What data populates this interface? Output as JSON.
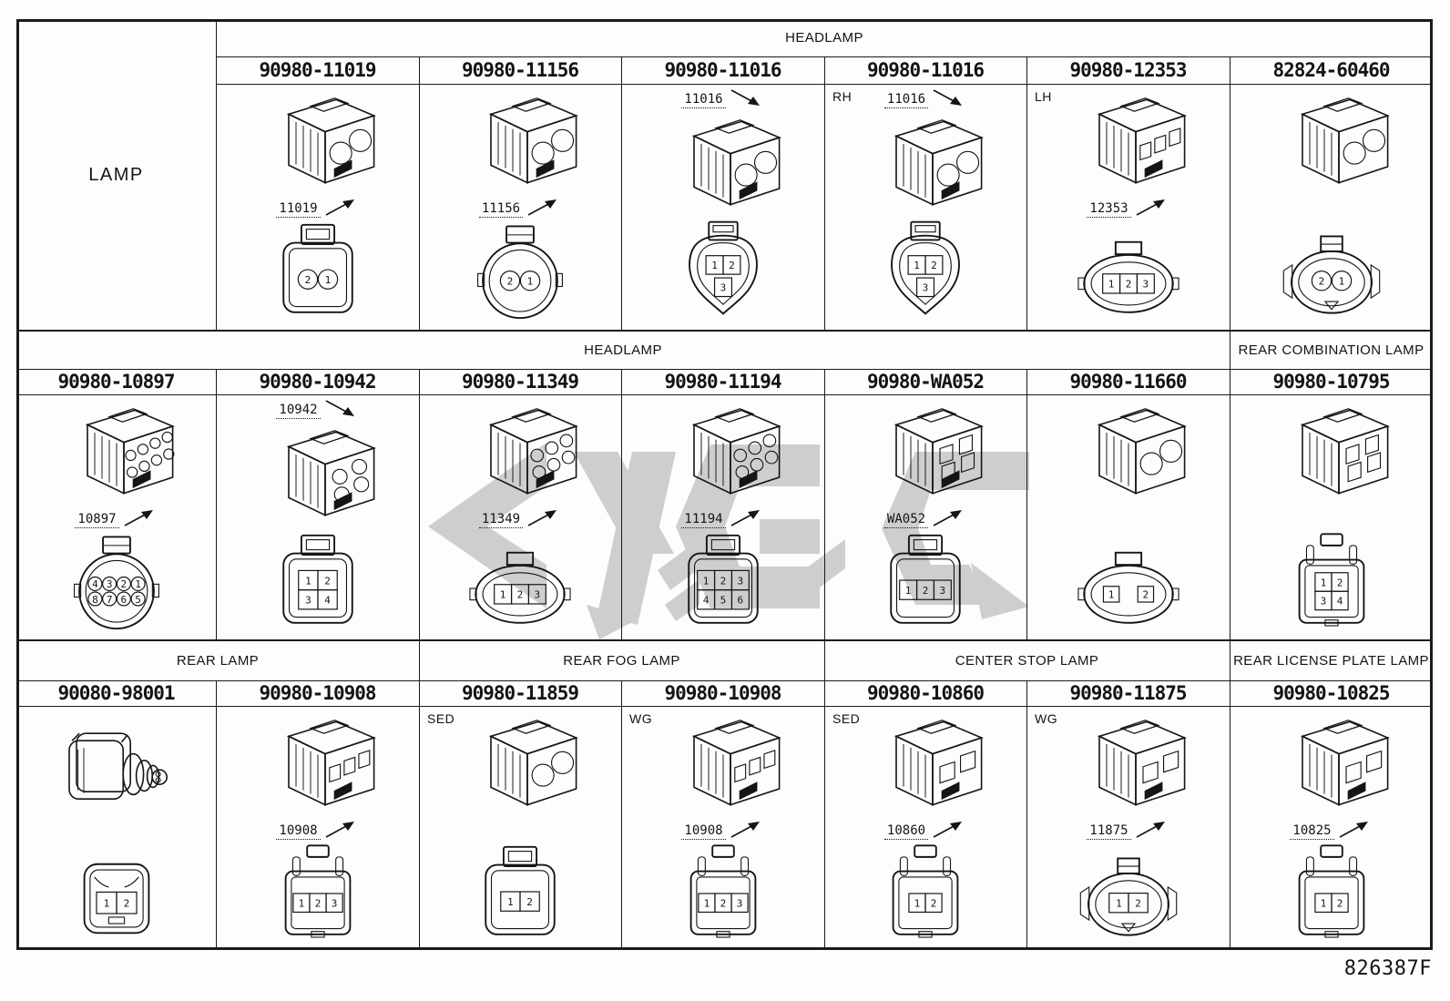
{
  "page": {
    "code": "826387F"
  },
  "bands": [
    {
      "side_label": "LAMP",
      "headers": [
        {
          "label": "HEADLAMP",
          "from": 1,
          "to": 7
        }
      ],
      "cells": [
        {
          "part": "90980-11019",
          "corner": "",
          "callout": "11019",
          "callout_pos": "mid",
          "iso": "round2",
          "front": {
            "shape": "square",
            "pin": "circle",
            "rows": [
              [
                "2",
                "1"
              ]
            ]
          }
        },
        {
          "part": "90980-11156",
          "corner": "",
          "callout": "11156",
          "callout_pos": "mid",
          "iso": "round2",
          "front": {
            "shape": "round",
            "pin": "circle",
            "rows": [
              [
                "2",
                "1"
              ]
            ]
          }
        },
        {
          "part": "90980-11016",
          "corner": "",
          "callout": "11016",
          "callout_pos": "top",
          "iso": "round2",
          "front": {
            "shape": "teardrop",
            "pin": "square",
            "rows": [
              [
                "1",
                "2"
              ],
              [
                "3"
              ]
            ]
          }
        },
        {
          "part": "90980-11016",
          "corner": "RH",
          "callout": "11016",
          "callout_pos": "top",
          "iso": "round2",
          "front": {
            "shape": "teardrop",
            "pin": "square",
            "rows": [
              [
                "1",
                "2"
              ],
              [
                "3"
              ]
            ]
          }
        },
        {
          "part": "90980-12353",
          "corner": "LH",
          "callout": "12353",
          "callout_pos": "mid",
          "iso": "sq3",
          "front": {
            "shape": "oval",
            "pin": "square",
            "rows": [
              [
                "1",
                "2",
                "3"
              ]
            ]
          }
        },
        {
          "part": "82824-60460",
          "corner": "",
          "callout": "",
          "callout_pos": "mid",
          "iso": "round2",
          "front": {
            "shape": "ovalwing",
            "pin": "circle",
            "rows": [
              [
                "2",
                "1"
              ]
            ]
          }
        }
      ]
    },
    {
      "headers": [
        {
          "label": "HEADLAMP",
          "from": 0,
          "to": 6
        },
        {
          "label": "REAR COMBINATION LAMP",
          "from": 6,
          "to": 7
        }
      ],
      "cells": [
        {
          "part": "90980-10897",
          "corner": "",
          "callout": "10897",
          "callout_pos": "mid",
          "iso": "multi8",
          "front": {
            "shape": "round",
            "pin": "circle",
            "rows": [
              [
                "4",
                "3",
                "2",
                "1"
              ],
              [
                "8",
                "7",
                "6",
                "5"
              ]
            ]
          }
        },
        {
          "part": "90980-10942",
          "corner": "",
          "callout": "10942",
          "callout_pos": "top",
          "iso": "multi4",
          "front": {
            "shape": "square",
            "pin": "square",
            "rows": [
              [
                "1",
                "2"
              ],
              [
                "3",
                "4"
              ]
            ]
          }
        },
        {
          "part": "90980-11349",
          "corner": "",
          "callout": "11349",
          "callout_pos": "mid",
          "iso": "multi6",
          "front": {
            "shape": "oval",
            "pin": "square",
            "rows": [
              [
                "1",
                "2",
                "3"
              ]
            ]
          }
        },
        {
          "part": "90980-11194",
          "corner": "",
          "callout": "11194",
          "callout_pos": "mid",
          "iso": "multi6",
          "front": {
            "shape": "square",
            "pin": "square",
            "rows": [
              [
                "1",
                "2",
                "3"
              ],
              [
                "4",
                "5",
                "6"
              ]
            ]
          }
        },
        {
          "part": "90980-WA052",
          "corner": "",
          "callout": "WA052",
          "callout_pos": "mid",
          "iso": "sq4",
          "front": {
            "shape": "square",
            "pin": "square",
            "rows": [
              [
                "1",
                "2",
                "3"
              ]
            ]
          }
        },
        {
          "part": "90980-11660",
          "corner": "",
          "callout": "",
          "callout_pos": "mid",
          "iso": "round2",
          "front": {
            "shape": "oval",
            "pin": "square",
            "rows": [
              [
                "1",
                "2"
              ]
            ],
            "spread": true
          }
        },
        {
          "part": "90980-10795",
          "corner": "",
          "callout": "",
          "callout_pos": "mid",
          "iso": "sq4",
          "front": {
            "shape": "rect",
            "pin": "square",
            "rows": [
              [
                "1",
                "2"
              ],
              [
                "3",
                "4"
              ]
            ]
          }
        }
      ]
    },
    {
      "headers": [
        {
          "label": "REAR LAMP",
          "from": 0,
          "to": 2
        },
        {
          "label": "REAR FOG LAMP",
          "from": 2,
          "to": 4
        },
        {
          "label": "CENTER STOP LAMP",
          "from": 4,
          "to": 6
        },
        {
          "label": "REAR LICENSE PLATE LAMP",
          "from": 6,
          "to": 7
        }
      ],
      "cells": [
        {
          "part": "90080-98001",
          "corner": "",
          "callout": "",
          "callout_pos": "mid",
          "iso": "boot",
          "front": {
            "shape": "boot",
            "pin": "square",
            "rows": [
              [
                "1",
                "2"
              ]
            ]
          }
        },
        {
          "part": "90980-10908",
          "corner": "",
          "callout": "10908",
          "callout_pos": "mid",
          "iso": "sq3",
          "front": {
            "shape": "rect",
            "pin": "square",
            "rows": [
              [
                "1",
                "2",
                "3"
              ]
            ]
          }
        },
        {
          "part": "90980-11859",
          "corner": "SED",
          "callout": "",
          "callout_pos": "mid",
          "iso": "round2",
          "front": {
            "shape": "square",
            "pin": "square",
            "rows": [
              [
                "1",
                "2"
              ]
            ]
          }
        },
        {
          "part": "90980-10908",
          "corner": "WG",
          "callout": "10908",
          "callout_pos": "mid",
          "iso": "sq3",
          "front": {
            "shape": "rect",
            "pin": "square",
            "rows": [
              [
                "1",
                "2",
                "3"
              ]
            ]
          }
        },
        {
          "part": "90980-10860",
          "corner": "SED",
          "callout": "10860",
          "callout_pos": "mid",
          "iso": "sq2",
          "front": {
            "shape": "rect",
            "pin": "square",
            "rows": [
              [
                "1",
                "2"
              ]
            ]
          }
        },
        {
          "part": "90980-11875",
          "corner": "WG",
          "callout": "11875",
          "callout_pos": "mid",
          "iso": "sq2",
          "front": {
            "shape": "ovalwing",
            "pin": "square",
            "rows": [
              [
                "1",
                "2"
              ]
            ]
          }
        },
        {
          "part": "90980-10825",
          "corner": "",
          "callout": "10825",
          "callout_pos": "mid",
          "iso": "sq2",
          "front": {
            "shape": "rect",
            "pin": "square",
            "rows": [
              [
                "1",
                "2"
              ]
            ]
          }
        }
      ]
    }
  ]
}
